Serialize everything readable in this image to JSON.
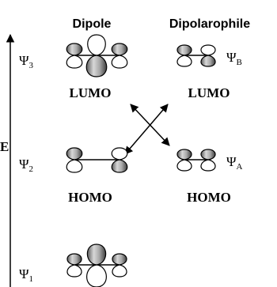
{
  "header": {
    "dipole": "Dipole",
    "dipolarophile": "Dipolarophile"
  },
  "energy_axis": {
    "label": "E"
  },
  "orbitals": {
    "psi3": {
      "symbol": "Ψ",
      "subscript": "3"
    },
    "psi2": {
      "symbol": "Ψ",
      "subscript": "2"
    },
    "psi1": {
      "symbol": "Ψ",
      "subscript": "1"
    },
    "psiB": {
      "symbol": "Ψ",
      "subscript": "B"
    },
    "psiA": {
      "symbol": "Ψ",
      "subscript": "A"
    }
  },
  "labels": {
    "dipole_lumo": "LUMO",
    "dipole_homo": "HOMO",
    "dipolarophile_lumo": "LUMO",
    "dipolarophile_homo": "HOMO"
  }
}
